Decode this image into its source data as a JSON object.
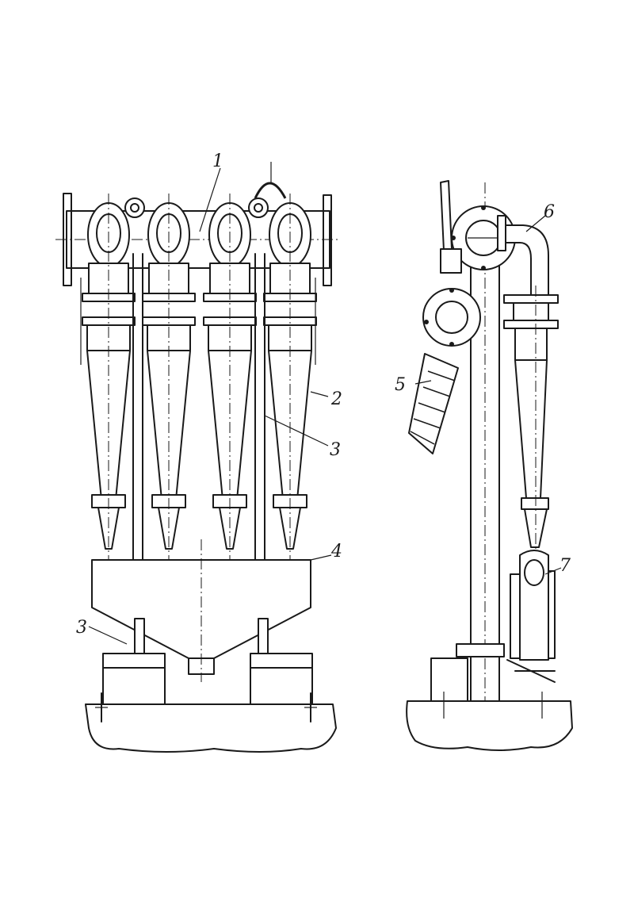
{
  "labels": {
    "l1": "1",
    "l2": "2",
    "l3a": "3",
    "l3b": "3",
    "l4": "4",
    "l5": "5",
    "l6": "6",
    "l7": "7"
  },
  "colors": {
    "ink": "#1a1a1a",
    "paper": "#ffffff"
  }
}
